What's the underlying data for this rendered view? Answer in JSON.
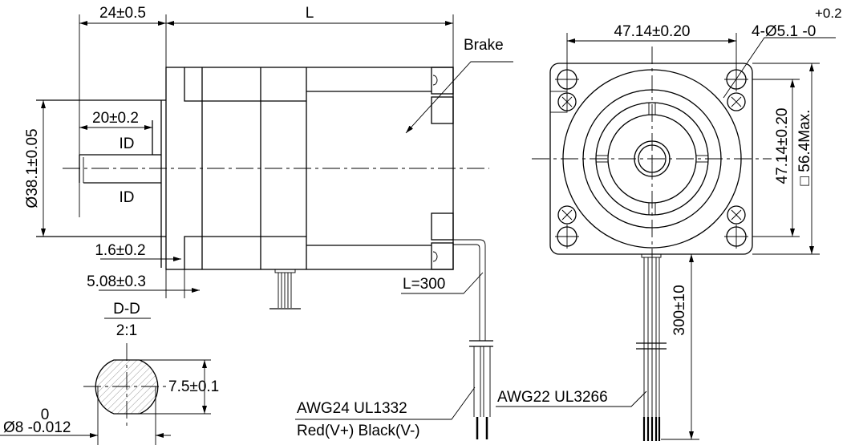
{
  "side_view": {
    "dim_flange_len": "24±0.5",
    "dim_body_len": "L",
    "dim_shaft_flat": "20±0.2",
    "label_id_top": "ID",
    "label_id_bottom": "ID",
    "dim_pilot_dia": "Ø38.1±0.05",
    "dim_pilot_height": "1.6±0.2",
    "dim_flange_thick": "5.08±0.3",
    "label_brake": "Brake",
    "label_cable_len": "L=300"
  },
  "section": {
    "title": "D-D",
    "scale": "2:1",
    "dim_flat": "7.5±0.1",
    "tol_upper": "0",
    "dim_dia": "Ø8 -0.012"
  },
  "brake_cable": {
    "spec": "AWG24 UL1332",
    "colors": "Red(V+)  Black(V-)"
  },
  "front_view": {
    "dim_hole_spacing_h": "47.14±0.20",
    "dim_hole_spacing_v": "47.14±0.20",
    "dim_square": "□ 56.4Max.",
    "hole_spec": "4-Ø5.1 -0",
    "hole_tol_upper": "+0.2",
    "dim_lead_len": "300±10",
    "lead_spec": "AWG22 UL3266"
  }
}
